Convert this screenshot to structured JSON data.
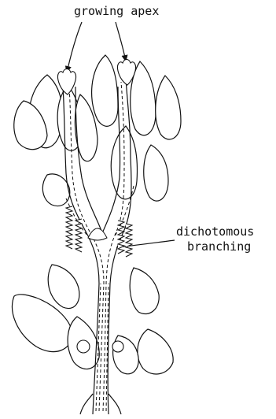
{
  "labels": {
    "growing_apex": "growing apex",
    "dichotomous_line1": "dichotomous",
    "dichotomous_line2": "branching"
  },
  "colors": {
    "ink": "#111111",
    "paper": "#ffffff"
  }
}
